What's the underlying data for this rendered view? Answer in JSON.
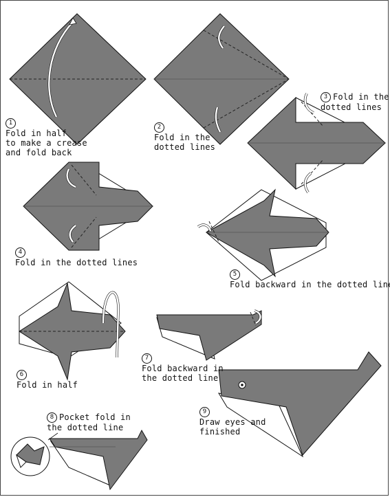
{
  "steps": [
    {
      "number": "1",
      "text": "Fold in half\nto make a crease\nand fold back"
    },
    {
      "number": "2",
      "text": "Fold in the\ndotted lines"
    },
    {
      "number": "3",
      "text": "Fold in the\ndotted lines"
    },
    {
      "number": "4",
      "text": "Fold in the dotted lines"
    },
    {
      "number": "5",
      "text": "Fold backward in the dotted line"
    },
    {
      "number": "6",
      "text": "Fold in half"
    },
    {
      "number": "7",
      "text": "Fold backward in\nthe dotted line"
    },
    {
      "number": "8",
      "text": "Pocket fold in\nthe dotted line"
    },
    {
      "number": "9",
      "text": "Draw eyes and\nfinished"
    }
  ],
  "colors": {
    "paper": "#7a7a7a",
    "paper_back": "#ffffff",
    "ink": "#111111"
  }
}
